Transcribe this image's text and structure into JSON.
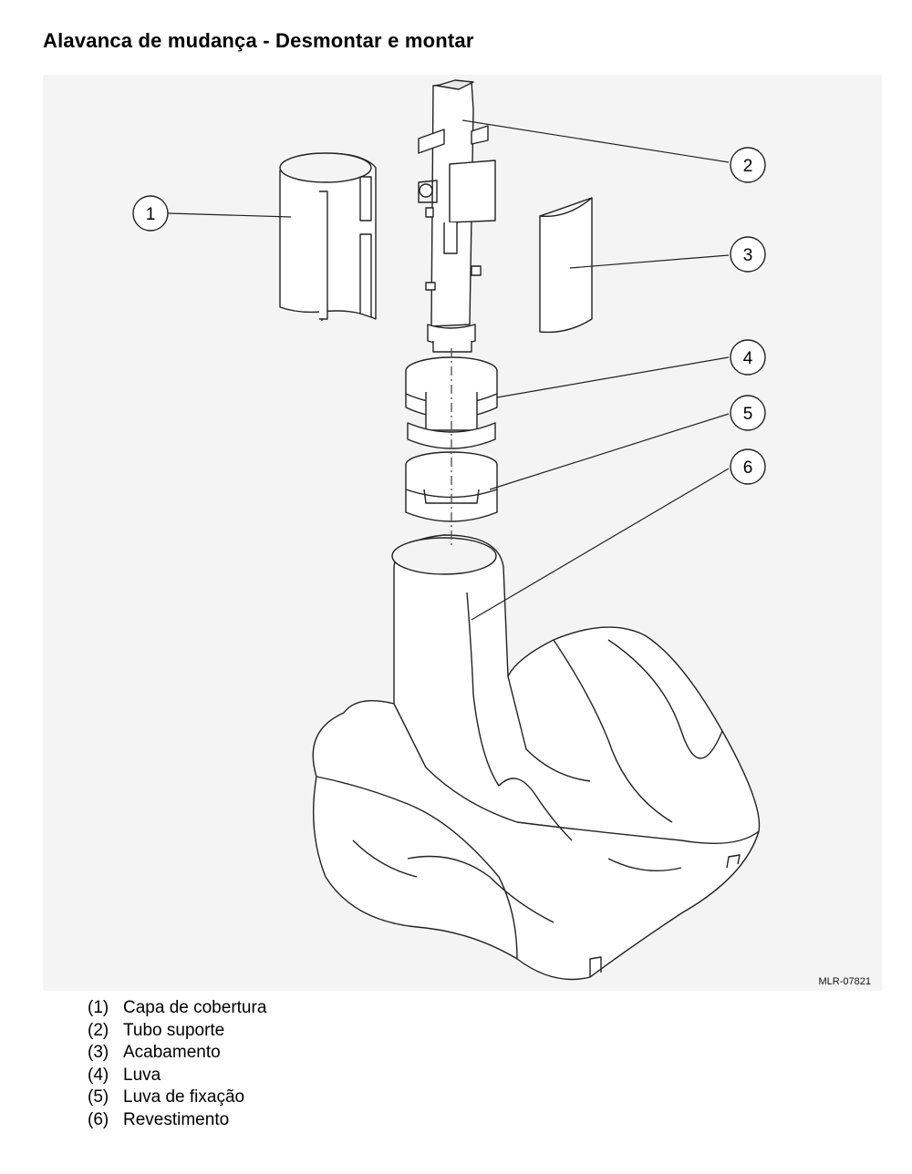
{
  "page": {
    "title": "Alavanca de mudança - Desmontar e montar",
    "figure_code": "MLR-07821"
  },
  "callouts": [
    "1",
    "2",
    "3",
    "4",
    "5",
    "6"
  ],
  "legend": [
    {
      "num": "(1)",
      "text": "Capa de cobertura"
    },
    {
      "num": "(2)",
      "text": "Tubo suporte"
    },
    {
      "num": "(3)",
      "text": "Acabamento"
    },
    {
      "num": "(4)",
      "text": "Luva"
    },
    {
      "num": "(5)",
      "text": "Luva de fixação"
    },
    {
      "num": "(6)",
      "text": "Revestimento"
    }
  ]
}
